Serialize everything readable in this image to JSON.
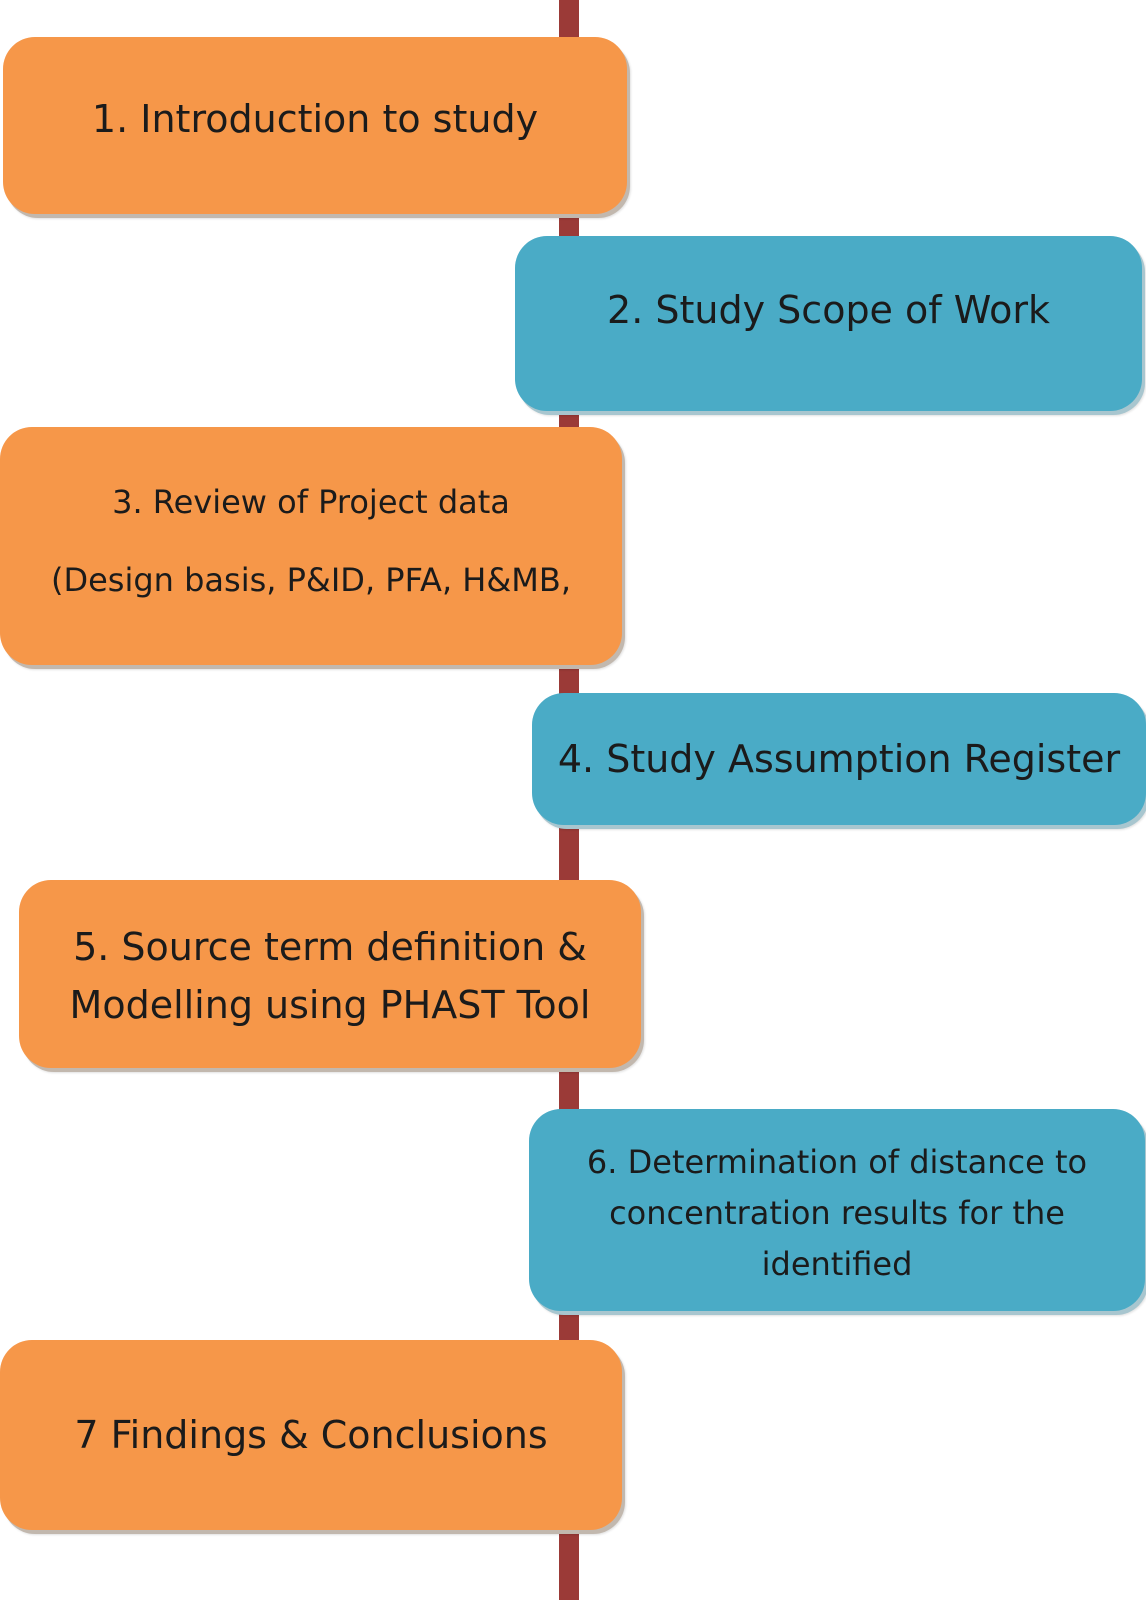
{
  "colors": {
    "spine": "#9b3a37",
    "orange_box": "#f69749",
    "blue_box": "#4aabc6",
    "text": "#1b1b1b"
  },
  "steps": [
    {
      "color": "orange",
      "lines": [
        "1. Introduction to study"
      ]
    },
    {
      "color": "blue",
      "lines": [
        "2. Study Scope of Work"
      ]
    },
    {
      "color": "orange",
      "lines": [
        "3. Review of Project data",
        "(Design basis, P&ID, PFA, H&MB,"
      ]
    },
    {
      "color": "blue",
      "lines": [
        "4. Study Assumption Register"
      ]
    },
    {
      "color": "orange",
      "lines": [
        "5. Source term definition &",
        "Modelling using PHAST Tool"
      ]
    },
    {
      "color": "blue",
      "lines": [
        "6. Determination of distance to",
        "concentration results for the",
        "identified"
      ]
    },
    {
      "color": "orange",
      "lines": [
        "7 Findings & Conclusions"
      ]
    }
  ]
}
